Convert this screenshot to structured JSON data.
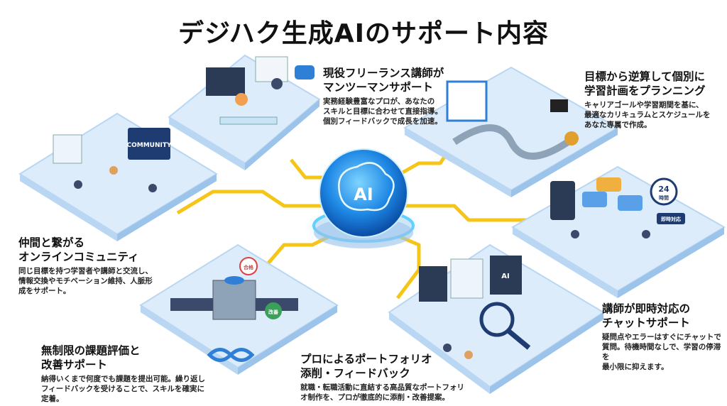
{
  "title": "デジハク生成AIのサポート内容",
  "center": {
    "label": "AI"
  },
  "features": [
    {
      "title_l1": "現役フリーランス講師が",
      "title_l2": "マンツーマンサポート",
      "body": [
        "実務経験豊富なプロが、あなたの",
        "スキルと目標に合わせて直接指導。",
        "個別フィードバックで成長を加速。"
      ]
    },
    {
      "title_l1": "目標から逆算して個別に",
      "title_l2": "学習計画をプランニング",
      "body": [
        "キャリアゴールや学習期間を基に、",
        "最適なカリキュラムとスケジュールを",
        "あなた専属で作成。"
      ]
    },
    {
      "title_l1": "仲間と繋がる",
      "title_l2": "オンラインコミュニティ",
      "body": [
        "同じ目標を持つ学習者や講師と交流し、",
        "情報交換やモチベーション維持、人脈形",
        "成をサポート。"
      ]
    },
    {
      "title_l1": "講師が即時対応の",
      "title_l2": "チャットサポート",
      "body": [
        "疑問点やエラーはすぐにチャットで",
        "質問。待機時間なしで、学習の停滞を",
        "最小限に抑えます。"
      ]
    },
    {
      "title_l1": "無制限の課題評価と",
      "title_l2": "改善サポート",
      "body": [
        "納得いくまで何度でも課題を提出可能。繰り返し",
        "フィードバックを受けることで、スキルを確実に",
        "定着。"
      ]
    },
    {
      "title_l1": "プロによるポートフォリオ",
      "title_l2": "添削・フィードバック",
      "body": [
        "就職・転職活動に直結する高品質なポートフォリ",
        "オ制作を、プロが徹底的に添削・改善提案。"
      ]
    }
  ],
  "illustration_labels": {
    "community": "COMMUNITY",
    "hours": "24",
    "hours_unit": "時間",
    "instant": "即時対応",
    "pass": "合格",
    "improve": "改善",
    "ai_screen": "AI"
  },
  "colors": {
    "platform": "#dcecfb",
    "platform_edge": "#b9d6f2",
    "connector": "#f5c518",
    "sphere": "#1e88e5",
    "glow": "#5fd0ff"
  }
}
